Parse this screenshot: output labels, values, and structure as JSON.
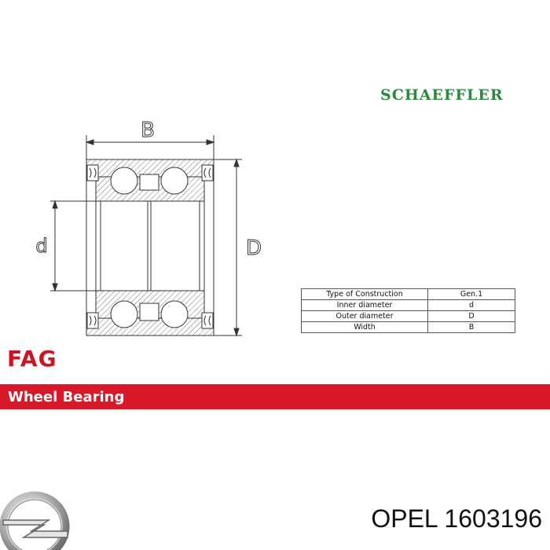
{
  "brand": {
    "manufacturer": "SCHAEFFLER",
    "logo_text": "FAG",
    "brand_color": "#cc1423",
    "manufacturer_color": "#2a8a3e"
  },
  "diagram": {
    "label_width": "B",
    "label_inner": "d",
    "label_outer": "D"
  },
  "spec_table": {
    "rows": [
      {
        "label": "Type of Construction",
        "value": "Gen.1"
      },
      {
        "label": "Inner  diameter",
        "value": "d"
      },
      {
        "label": "Outer diameter",
        "value": "D"
      },
      {
        "label": "Width",
        "value": "B"
      }
    ]
  },
  "banner": {
    "text": "Wheel Bearing",
    "color": "#d7192a"
  },
  "footer": {
    "logo": "opel-logo-icon",
    "brand": "OPEL",
    "part_number": "1603196",
    "title": "OPEL 1603196"
  }
}
